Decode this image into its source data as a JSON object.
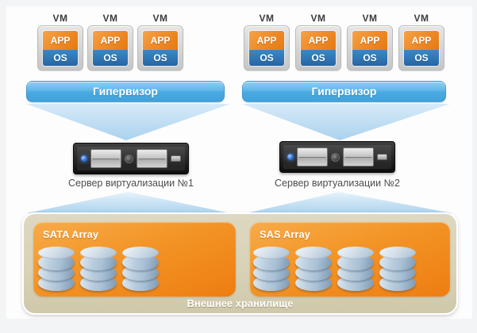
{
  "groups": [
    {
      "vms": [
        {
          "label": "VM",
          "app_label": "APP",
          "os_label": "OS"
        },
        {
          "label": "VM",
          "app_label": "APP",
          "os_label": "OS"
        },
        {
          "label": "VM",
          "app_label": "APP",
          "os_label": "OS"
        }
      ],
      "hypervisor_label": "Гипервизор",
      "server_label": "Сервер виртуализации №1"
    },
    {
      "vms": [
        {
          "label": "VM",
          "app_label": "APP",
          "os_label": "OS"
        },
        {
          "label": "VM",
          "app_label": "APP",
          "os_label": "OS"
        },
        {
          "label": "VM",
          "app_label": "APP",
          "os_label": "OS"
        },
        {
          "label": "VM",
          "app_label": "APP",
          "os_label": "OS"
        }
      ],
      "hypervisor_label": "Гипервизор",
      "server_label": "Сервер виртуализации №2"
    }
  ],
  "storage": {
    "label": "Внешнее хранилище",
    "arrays": [
      {
        "label": "SATA Array",
        "disk_count": 3
      },
      {
        "label": "SAS Array",
        "disk_count": 4
      }
    ]
  },
  "colors": {
    "hypervisor_blue_top": "#8fd0f1",
    "hypervisor_blue_bottom": "#41a2dc",
    "app_orange_top": "#f5a349",
    "app_orange_bottom": "#e57a12",
    "os_blue": "#2f76b5",
    "array_orange_top": "#f7ab49",
    "array_orange_bottom": "#ee7d11",
    "storage_tan": "#d8d2b7",
    "arrow_blue_top": "#d6eaf8",
    "arrow_blue_bottom": "#abd2ee",
    "server_body_dark": "#1d1d1d",
    "disk_silver_blue": "#a9c1d6",
    "label_gray": "#4d4d4d"
  }
}
